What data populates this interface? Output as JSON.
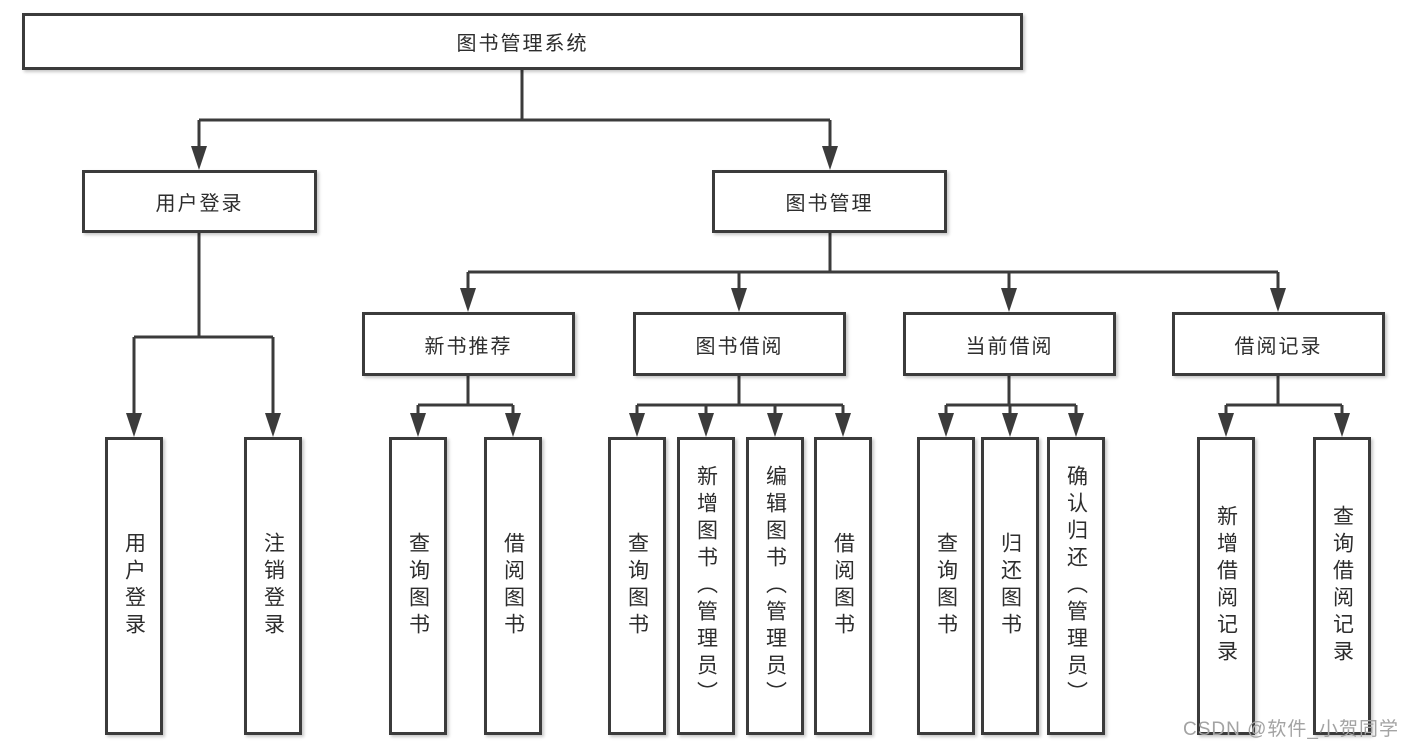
{
  "diagram_type": "hierarchy-tree",
  "colors": {
    "line": "#3b3b3b",
    "box_border": "#3b3b3b",
    "text": "#2d2d2d",
    "watermark": "#a3a3a3",
    "background": "#ffffff"
  },
  "nodes": {
    "root": "图书管理系统",
    "level2": [
      "用户登录",
      "图书管理"
    ],
    "level3": [
      "新书推荐",
      "图书借阅",
      "当前借阅",
      "借阅记录"
    ],
    "leaves": [
      "用户登录",
      "注销登录",
      "查询图书",
      "借阅图书",
      "查询图书",
      "新增图书（管理员）",
      "编辑图书（管理员）",
      "借阅图书",
      "查询图书",
      "归还图书",
      "确认归还（管理员）",
      "新增借阅记录",
      "查询借阅记录"
    ]
  },
  "watermark": "CSDN @软件_小贺同学"
}
